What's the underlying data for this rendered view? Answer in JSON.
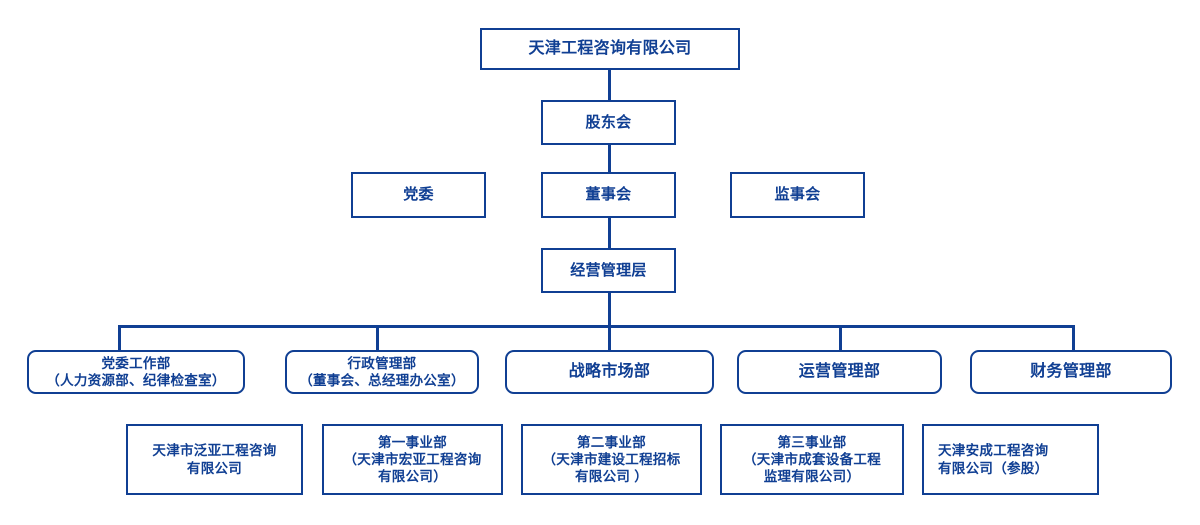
{
  "meta": {
    "title": "天津工程咨询有限公司组织结构图",
    "accent_color": "#103f93",
    "background_color": "#ffffff"
  },
  "root": {
    "label": "天津工程咨询有限公司"
  },
  "shareholders": {
    "label": "股东会"
  },
  "governance": [
    {
      "label": "党委"
    },
    {
      "label": "董事会"
    },
    {
      "label": "监事会"
    }
  ],
  "management": {
    "label": "经营管理层"
  },
  "departments": [
    {
      "label": "党委工作部\n（人力资源部、纪律检查室）"
    },
    {
      "label": "行政管理部\n（董事会、总经理办公室）"
    },
    {
      "label": "战略市场部"
    },
    {
      "label": "运营管理部"
    },
    {
      "label": "财务管理部"
    }
  ],
  "subsidiaries": [
    {
      "label": "天津市泛亚工程咨询\n有限公司"
    },
    {
      "label": "第一事业部\n（天津市宏亚工程咨询\n有限公司）"
    },
    {
      "label": "第二事业部\n（天津市建设工程招标\n有限公司 ）"
    },
    {
      "label": "第三事业部\n（天津市成套设备工程\n监理有限公司）"
    },
    {
      "label": "天津安成工程咨询\n有限公司（参股）"
    }
  ]
}
